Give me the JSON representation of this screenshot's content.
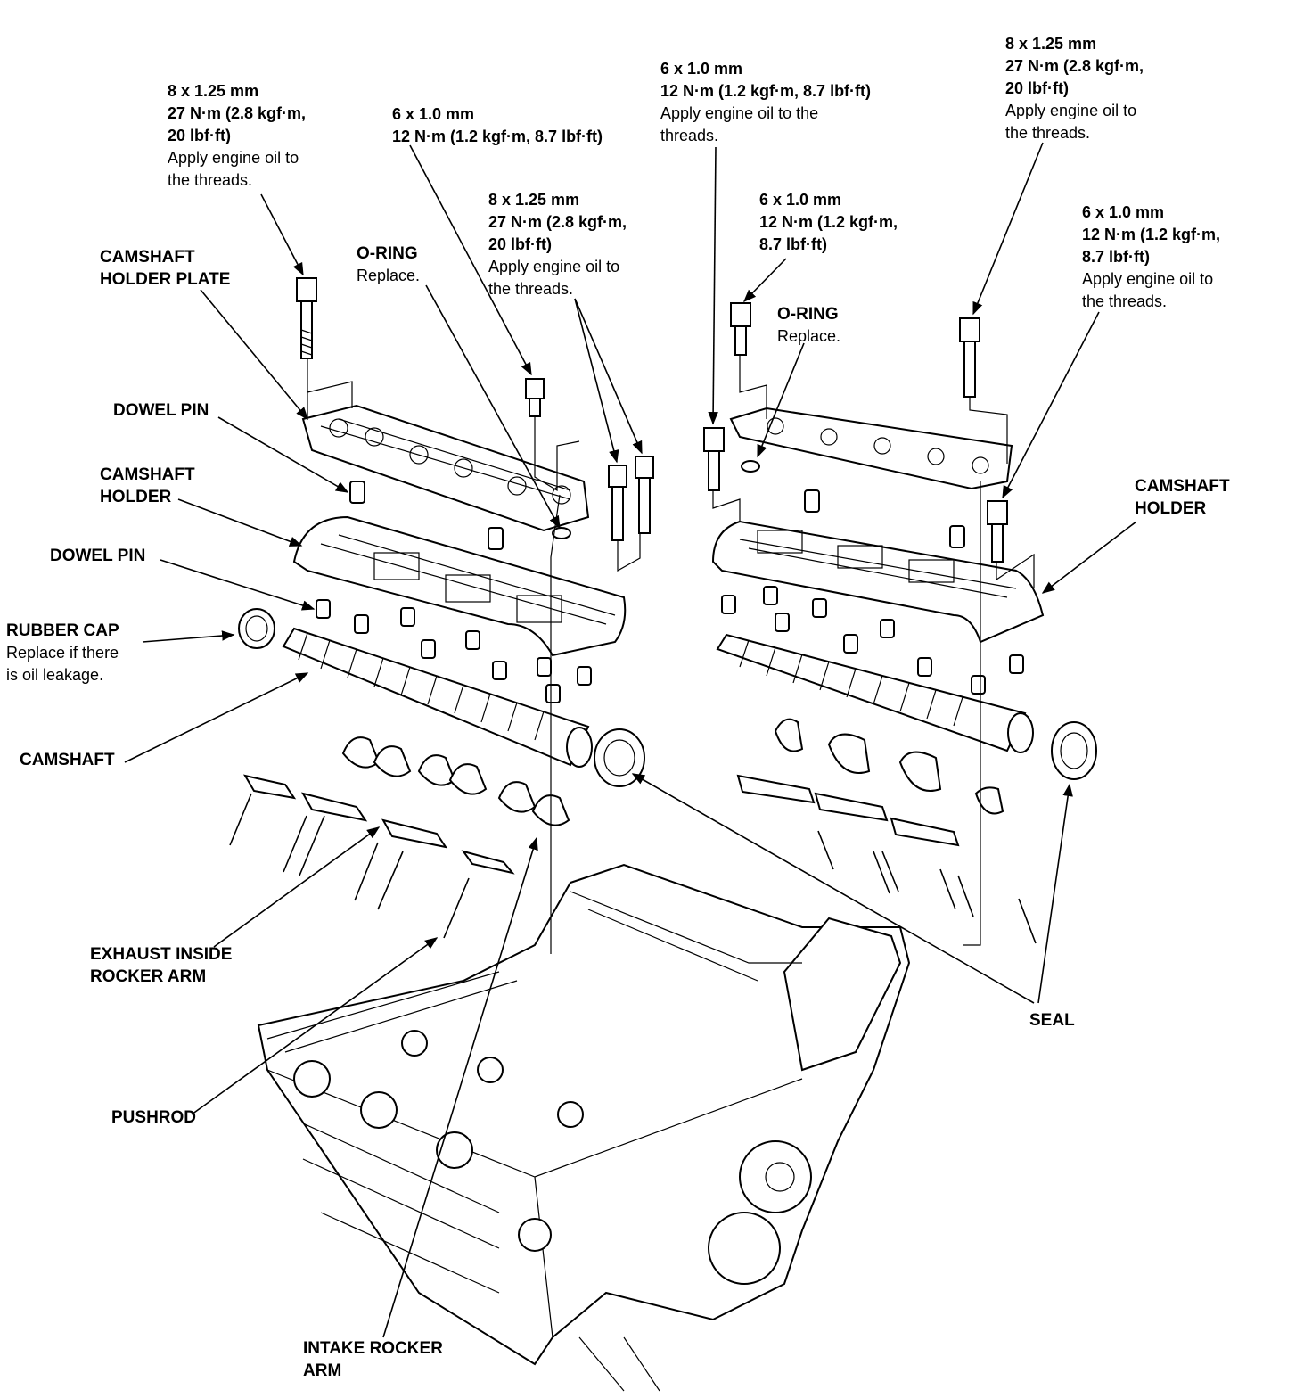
{
  "specs": {
    "s1": {
      "l1": "8 x 1.25 mm",
      "l2": "27 N·m (2.8 kgf·m,",
      "l3": "20 lbf·ft)",
      "l4": "Apply engine oil to",
      "l5": "the threads."
    },
    "s2": {
      "l1": "6 x 1.0 mm",
      "l2": "12 N·m (1.2 kgf·m, 8.7 lbf·ft)"
    },
    "s3": {
      "l1": "8 x 1.25 mm",
      "l2": "27 N·m (2.8 kgf·m,",
      "l3": "20 lbf·ft)",
      "l4": "Apply engine oil to",
      "l5": "the threads."
    },
    "s4": {
      "l1": "6 x 1.0 mm",
      "l2": "12 N·m (1.2 kgf·m, 8.7 lbf·ft)",
      "l3": "Apply engine oil to the",
      "l4": "threads."
    },
    "s5": {
      "l1": "6 x 1.0 mm",
      "l2": "12 N·m (1.2 kgf·m,",
      "l3": "8.7 lbf·ft)"
    },
    "s6": {
      "l1": "8 x 1.25 mm",
      "l2": "27 N·m (2.8 kgf·m,",
      "l3": "20 lbf·ft)",
      "l4": "Apply engine oil to",
      "l5": "the threads."
    },
    "s7": {
      "l1": "6 x 1.0 mm",
      "l2": "12 N·m (1.2 kgf·m,",
      "l3": "8.7 lbf·ft)",
      "l4": "Apply engine oil to",
      "l5": "the threads."
    }
  },
  "labels": {
    "camshaft_holder_plate_1": "CAMSHAFT",
    "camshaft_holder_plate_2": "HOLDER PLATE",
    "oring_left": "O-RING",
    "oring_left_note": "Replace.",
    "dowel_pin_1": "DOWEL PIN",
    "camshaft_holder_left_1": "CAMSHAFT",
    "camshaft_holder_left_2": "HOLDER",
    "dowel_pin_2": "DOWEL PIN",
    "rubber_cap": "RUBBER CAP",
    "rubber_cap_note_1": "Replace if there",
    "rubber_cap_note_2": "is oil leakage.",
    "camshaft": "CAMSHAFT",
    "exhaust_rocker_1": "EXHAUST INSIDE",
    "exhaust_rocker_2": "ROCKER ARM",
    "pushrod": "PUSHROD",
    "intake_rocker_1": "INTAKE ROCKER",
    "intake_rocker_2": "ARM",
    "oring_right": "O-RING",
    "oring_right_note": "Replace.",
    "camshaft_holder_right_1": "CAMSHAFT",
    "camshaft_holder_right_2": "HOLDER",
    "seal": "SEAL"
  }
}
